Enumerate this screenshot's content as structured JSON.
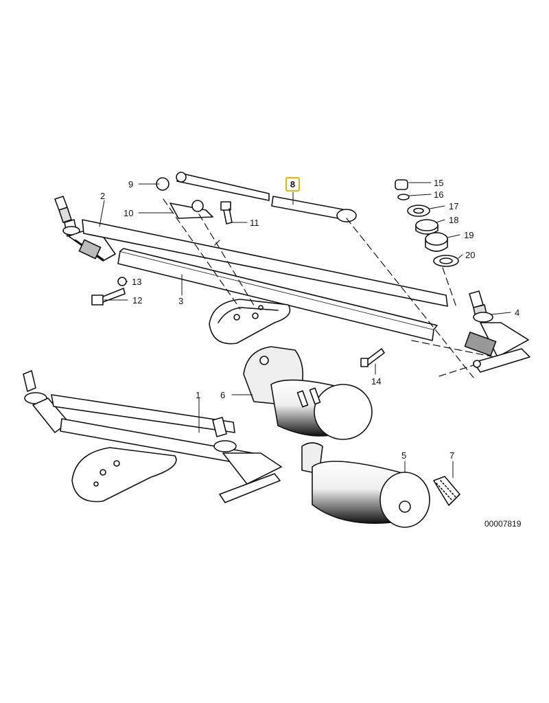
{
  "callouts": {
    "c1": "1",
    "c2": "2",
    "c3": "3",
    "c4": "4",
    "c5": "5",
    "c6": "6",
    "c7": "7",
    "c8": "8",
    "c9": "9",
    "c10": "10",
    "c11": "11",
    "c12": "12",
    "c13": "13",
    "c14": "14",
    "c15": "15",
    "c16": "16",
    "c17": "17",
    "c18": "18",
    "c19": "19",
    "c20": "20"
  },
  "catalog_number": "00007819",
  "colors": {
    "highlight": "#e8b400",
    "ink": "#111111"
  }
}
